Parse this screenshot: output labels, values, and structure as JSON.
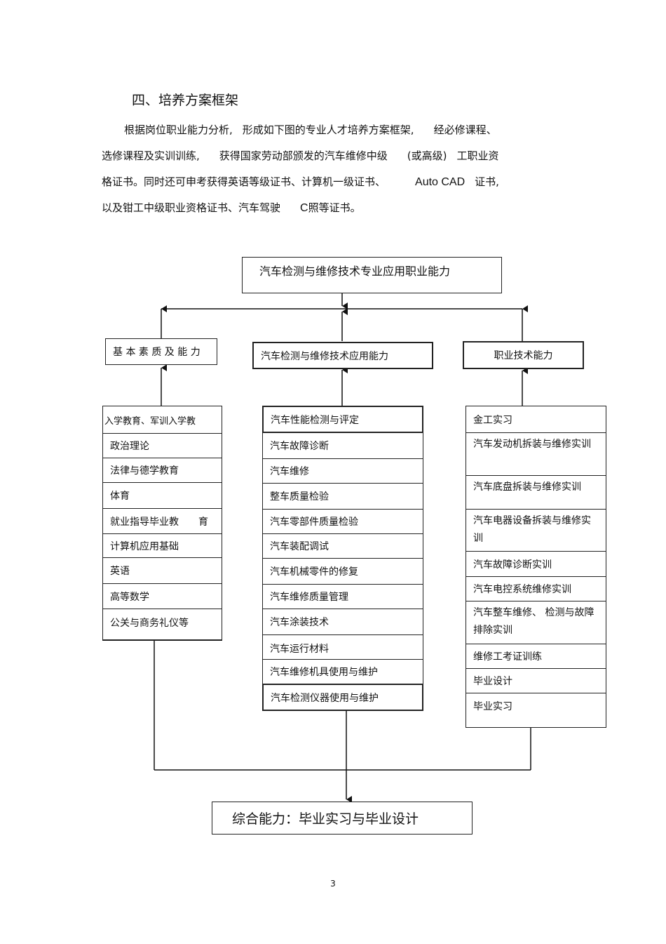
{
  "section_heading": "四、培养方案框架",
  "intro": {
    "l1a": "根据岗位职业能力分析,",
    "l1b": "形成如下图的专业人才培养方案框架,",
    "l1c": "经必修课程、",
    "l2a": "选修课程及实训训练,",
    "l2b": "获得国家劳动部颁发的汽车维修中级",
    "l2c": "(或高级)",
    "l2d": "工职业资",
    "l3a": "格证书。同时还可申考获得英语等级证书、计算机一级证书、",
    "l3b": "Auto CAD",
    "l3c": "证书,",
    "l4a": "以及钳工中级职业资格证书、汽车驾驶",
    "l4b": "C",
    "l4c": "照等证书。"
  },
  "diagram": {
    "top_box": "汽车检测与维修技术专业应用职业能力",
    "col_left_title": "基 本 素 质 及 能 力",
    "col_mid_title": "汽车检测与维修技术应用能力",
    "col_right_title": "职业技术能力",
    "left_items": [
      "入学教育、军训入学教",
      "政治理论",
      "法律与德学教育",
      "体育",
      "就业指导毕业教　　育",
      "计算机应用基础",
      "英语",
      "高等数学",
      "公关与商务礼仪等"
    ],
    "mid_items": [
      "汽车性能检测与评定",
      "汽车故障诊断",
      "汽车维修",
      "整车质量检验",
      "汽车零部件质量检验",
      "汽车装配调试",
      "汽车机械零件的修复",
      "汽车维修质量管理",
      "汽车涂装技术",
      "汽车运行材料",
      "汽车维修机具使用与维护",
      "汽车检测仪器使用与维护"
    ],
    "right_items": [
      "金工实习",
      "汽车发动机拆装与维修实训",
      "汽车底盘拆装与维修实训",
      "汽车电器设备拆装与维修实训",
      "汽车故障诊断实训",
      "汽车电控系统维修实训",
      "汽车整车维修、 检测与故障排除实训",
      "维修工考证训练",
      "毕业设计",
      "毕业实习"
    ],
    "bottom_box": "综合能力：毕业实习与毕业设计"
  },
  "page_number": "3"
}
